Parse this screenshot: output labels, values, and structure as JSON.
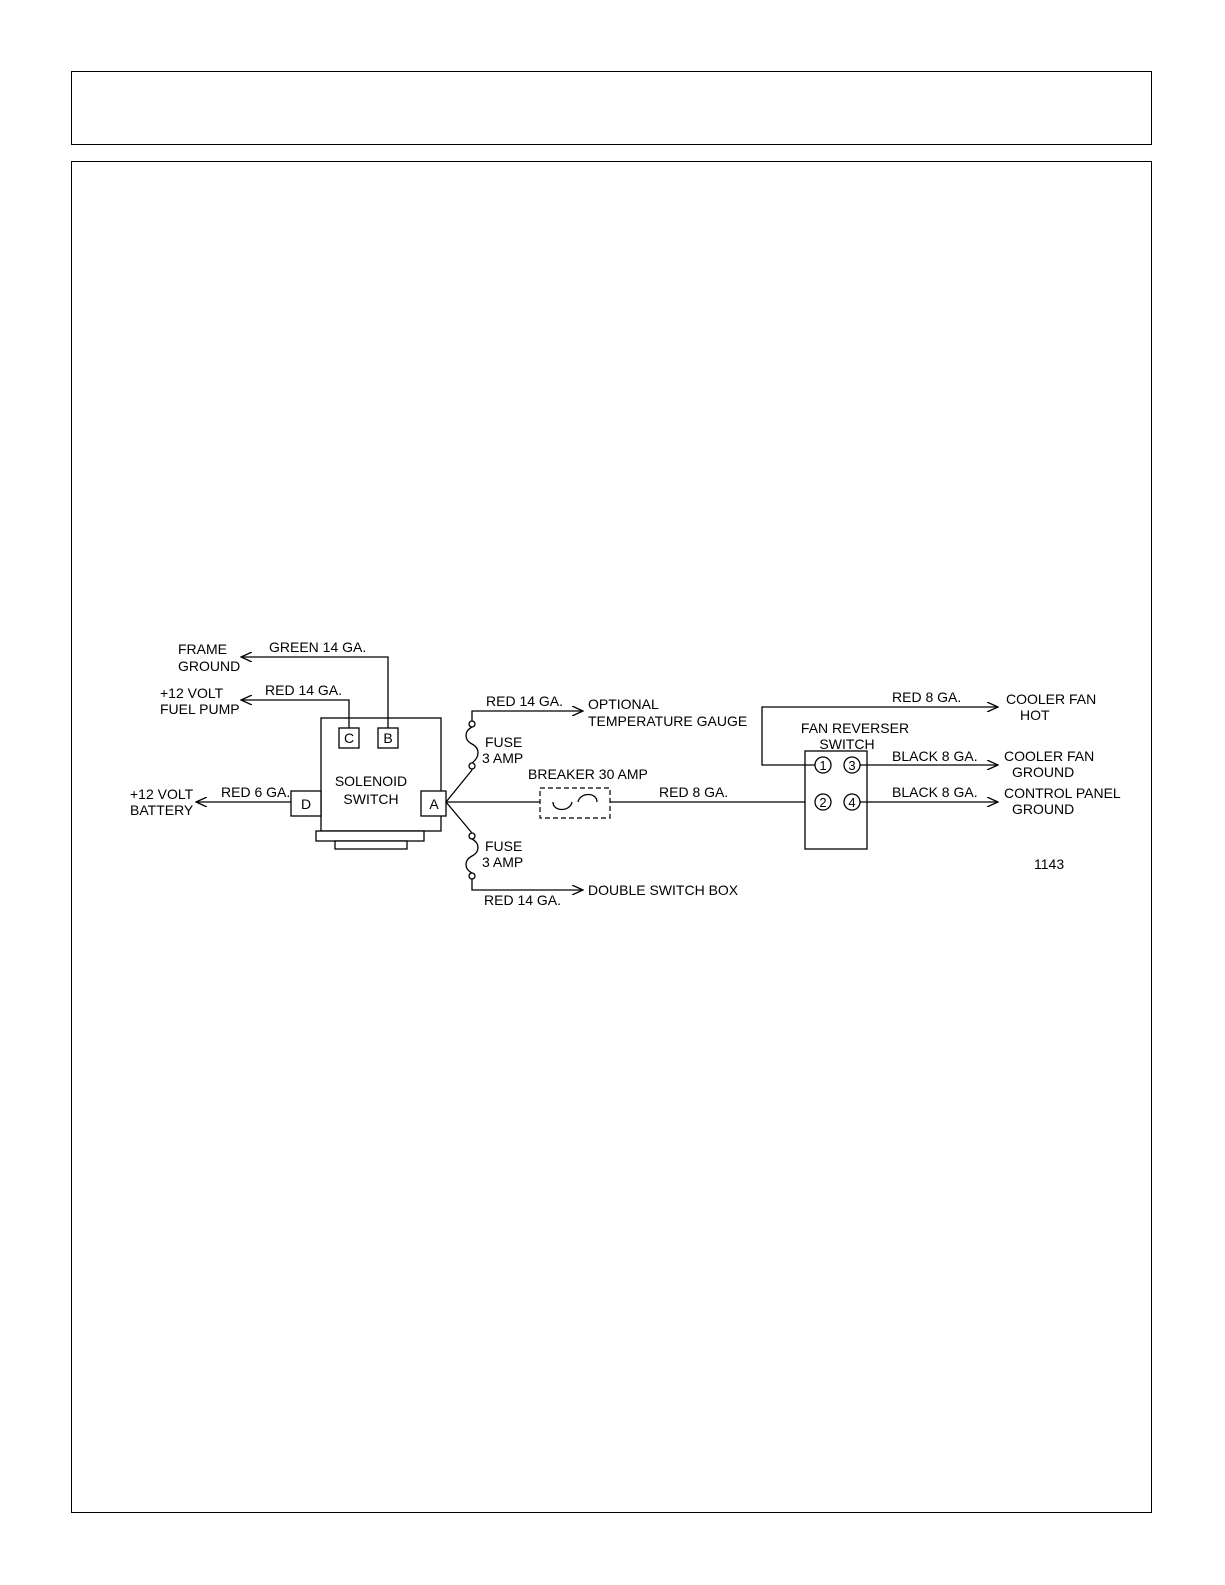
{
  "header": {
    "title": ""
  },
  "diagram": {
    "solenoid": {
      "label_line1": "SOLENOID",
      "label_line2": "SWITCH",
      "terminal_a": "A",
      "terminal_b": "B",
      "terminal_c": "C",
      "terminal_d": "D"
    },
    "wires": {
      "green14": "GREEN 14 GA.",
      "red14_fuel": "RED 14 GA.",
      "red6": "RED 6 GA.",
      "red14_temp": "RED 14 GA.",
      "red14_double": "RED 14 GA.",
      "red8_main": "RED 8 GA.",
      "red8_hot": "RED 8 GA.",
      "black8_cooler": "BLACK 8 GA.",
      "black8_panel": "BLACK 8 GA."
    },
    "destinations": {
      "frame_ground_1": "FRAME",
      "frame_ground_2": "GROUND",
      "fuel_pump_1": "+12 VOLT",
      "fuel_pump_2": "FUEL PUMP",
      "battery_1": "+12 VOLT",
      "battery_2": "BATTERY",
      "temp_gauge_1": "OPTIONAL",
      "temp_gauge_2": "TEMPERATURE GAUGE",
      "double_switch": "DOUBLE SWITCH BOX",
      "cooler_hot_1": "COOLER FAN",
      "cooler_hot_2": "HOT",
      "cooler_ground_1": "COOLER FAN",
      "cooler_ground_2": "GROUND",
      "panel_ground_1": "CONTROL PANEL",
      "panel_ground_2": "GROUND"
    },
    "fuse_top": {
      "line1": "FUSE",
      "line2": "3 AMP"
    },
    "fuse_bottom": {
      "line1": "FUSE",
      "line2": "3 AMP"
    },
    "breaker": "BREAKER 30 AMP",
    "fan_reverser": {
      "label_line1": "FAN REVERSER",
      "label_line2": "SWITCH",
      "pin1": "1",
      "pin2": "2",
      "pin3": "3",
      "pin4": "4"
    },
    "figure_number": "1143"
  }
}
